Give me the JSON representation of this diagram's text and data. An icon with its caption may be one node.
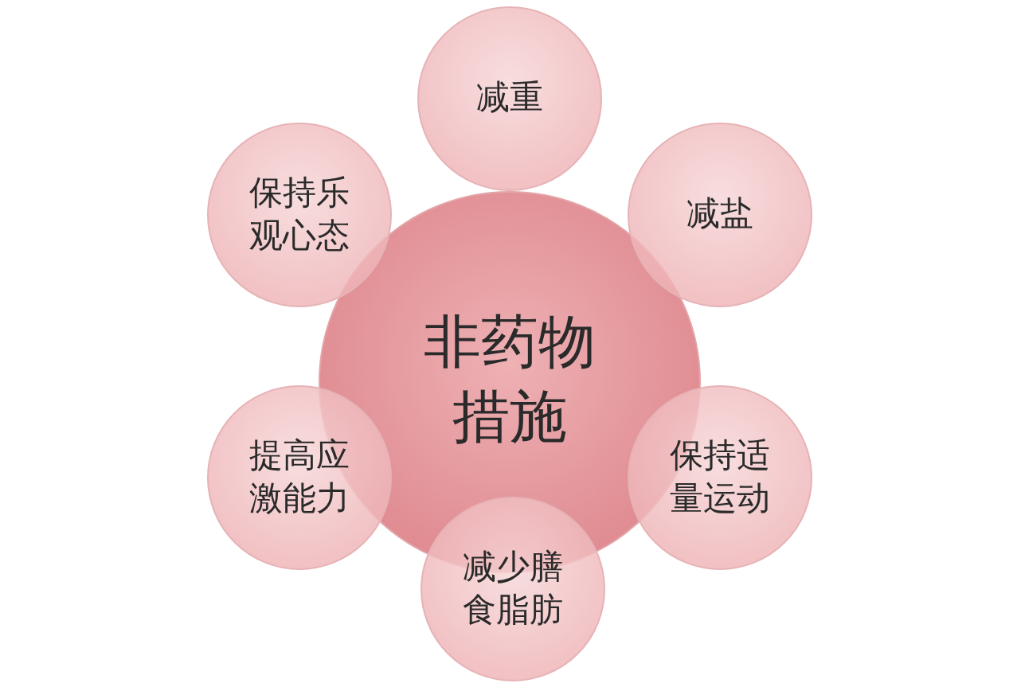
{
  "diagram": {
    "nodes": [
      {
        "text": [
          "非药物措施"
        ]
      },
      {
        "text": [
          "减重"
        ]
      },
      {
        "text": [
          "减盐"
        ]
      },
      {
        "text": [
          "保持适量运动"
        ]
      },
      {
        "text": [
          "减少膳食脂肪"
        ]
      },
      {
        "text": [
          "提高应激能力"
        ]
      },
      {
        "text": [
          "保持乐观心态"
        ]
      }
    ]
  }
}
